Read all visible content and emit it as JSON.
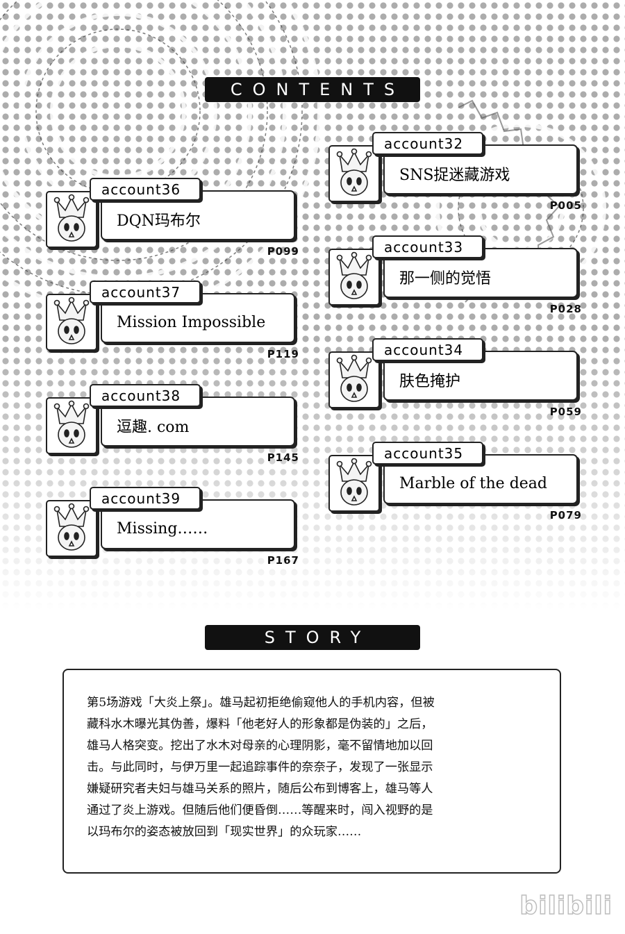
{
  "contents_label": "CONTENTS",
  "story_label": "STORY",
  "entries_left": [
    {
      "account": "account36",
      "title": "DQN玛布尔",
      "page": "P099"
    },
    {
      "account": "account37",
      "title": "Mission Impossible",
      "page": "P119"
    },
    {
      "account": "account38",
      "title": "逗趣. com",
      "page": "P145"
    },
    {
      "account": "account39",
      "title": "Missing……",
      "page": "P167"
    }
  ],
  "entries_right": [
    {
      "account": "account32",
      "title": "SNS捉迷藏游戏",
      "page": "P005"
    },
    {
      "account": "account33",
      "title": "那一侧的觉悟",
      "page": "P028"
    },
    {
      "account": "account34",
      "title": "肤色掩护",
      "page": "P059"
    },
    {
      "account": "account35",
      "title": "Marble of the dead",
      "page": "P079"
    }
  ],
  "story_lines": [
    "第5场游戏「大炎上祭」。雄马起初拒绝偷窥他人的手机内容，但被",
    "藏科水木曝光其伪善，爆料「他老好人的形象都是伪装的」之后，",
    "雄马人格突变。挖出了水木对母亲的心理阴影，毫不留情地加以回",
    "击。与此同时，与伊万里一起追踪事件的奈奈子，发现了一张显示",
    "嫌疑研究者夫妇与雄马关系的照片，随后公布到博客上，雄马等人",
    "通过了炎上游戏。但随后他们便昏倒……等醒来时，闯入视野的是",
    "以玛布尔的姿态被放回到「现实世界」的众玩家……"
  ],
  "watermark": "bilibili",
  "avatar_icon": "crown-mascot-icon"
}
